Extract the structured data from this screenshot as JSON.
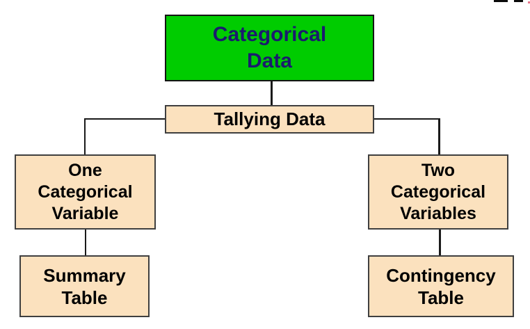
{
  "diagram": {
    "nodes": {
      "categorical_data": {
        "label": "Categorical\nData"
      },
      "tallying_data": {
        "label": "Tallying Data"
      },
      "one_categorical_variable": {
        "label": "One\nCategorical\nVariable"
      },
      "two_categorical_variables": {
        "label": "Two\nCategorical\nVariables"
      },
      "summary_table": {
        "label": "Summary\nTable"
      },
      "contingency_table": {
        "label": "Contingency\nTable"
      }
    },
    "colors": {
      "root_fill": "#00cc00",
      "root_border": "#141414",
      "root_text": "#1b1b6e",
      "node_fill": "#fbe1be",
      "node_border": "#3f3f3f",
      "node_text": "#000000",
      "connector": "#1a1a1a",
      "crop_artifact_accent": "#e8788c"
    }
  }
}
